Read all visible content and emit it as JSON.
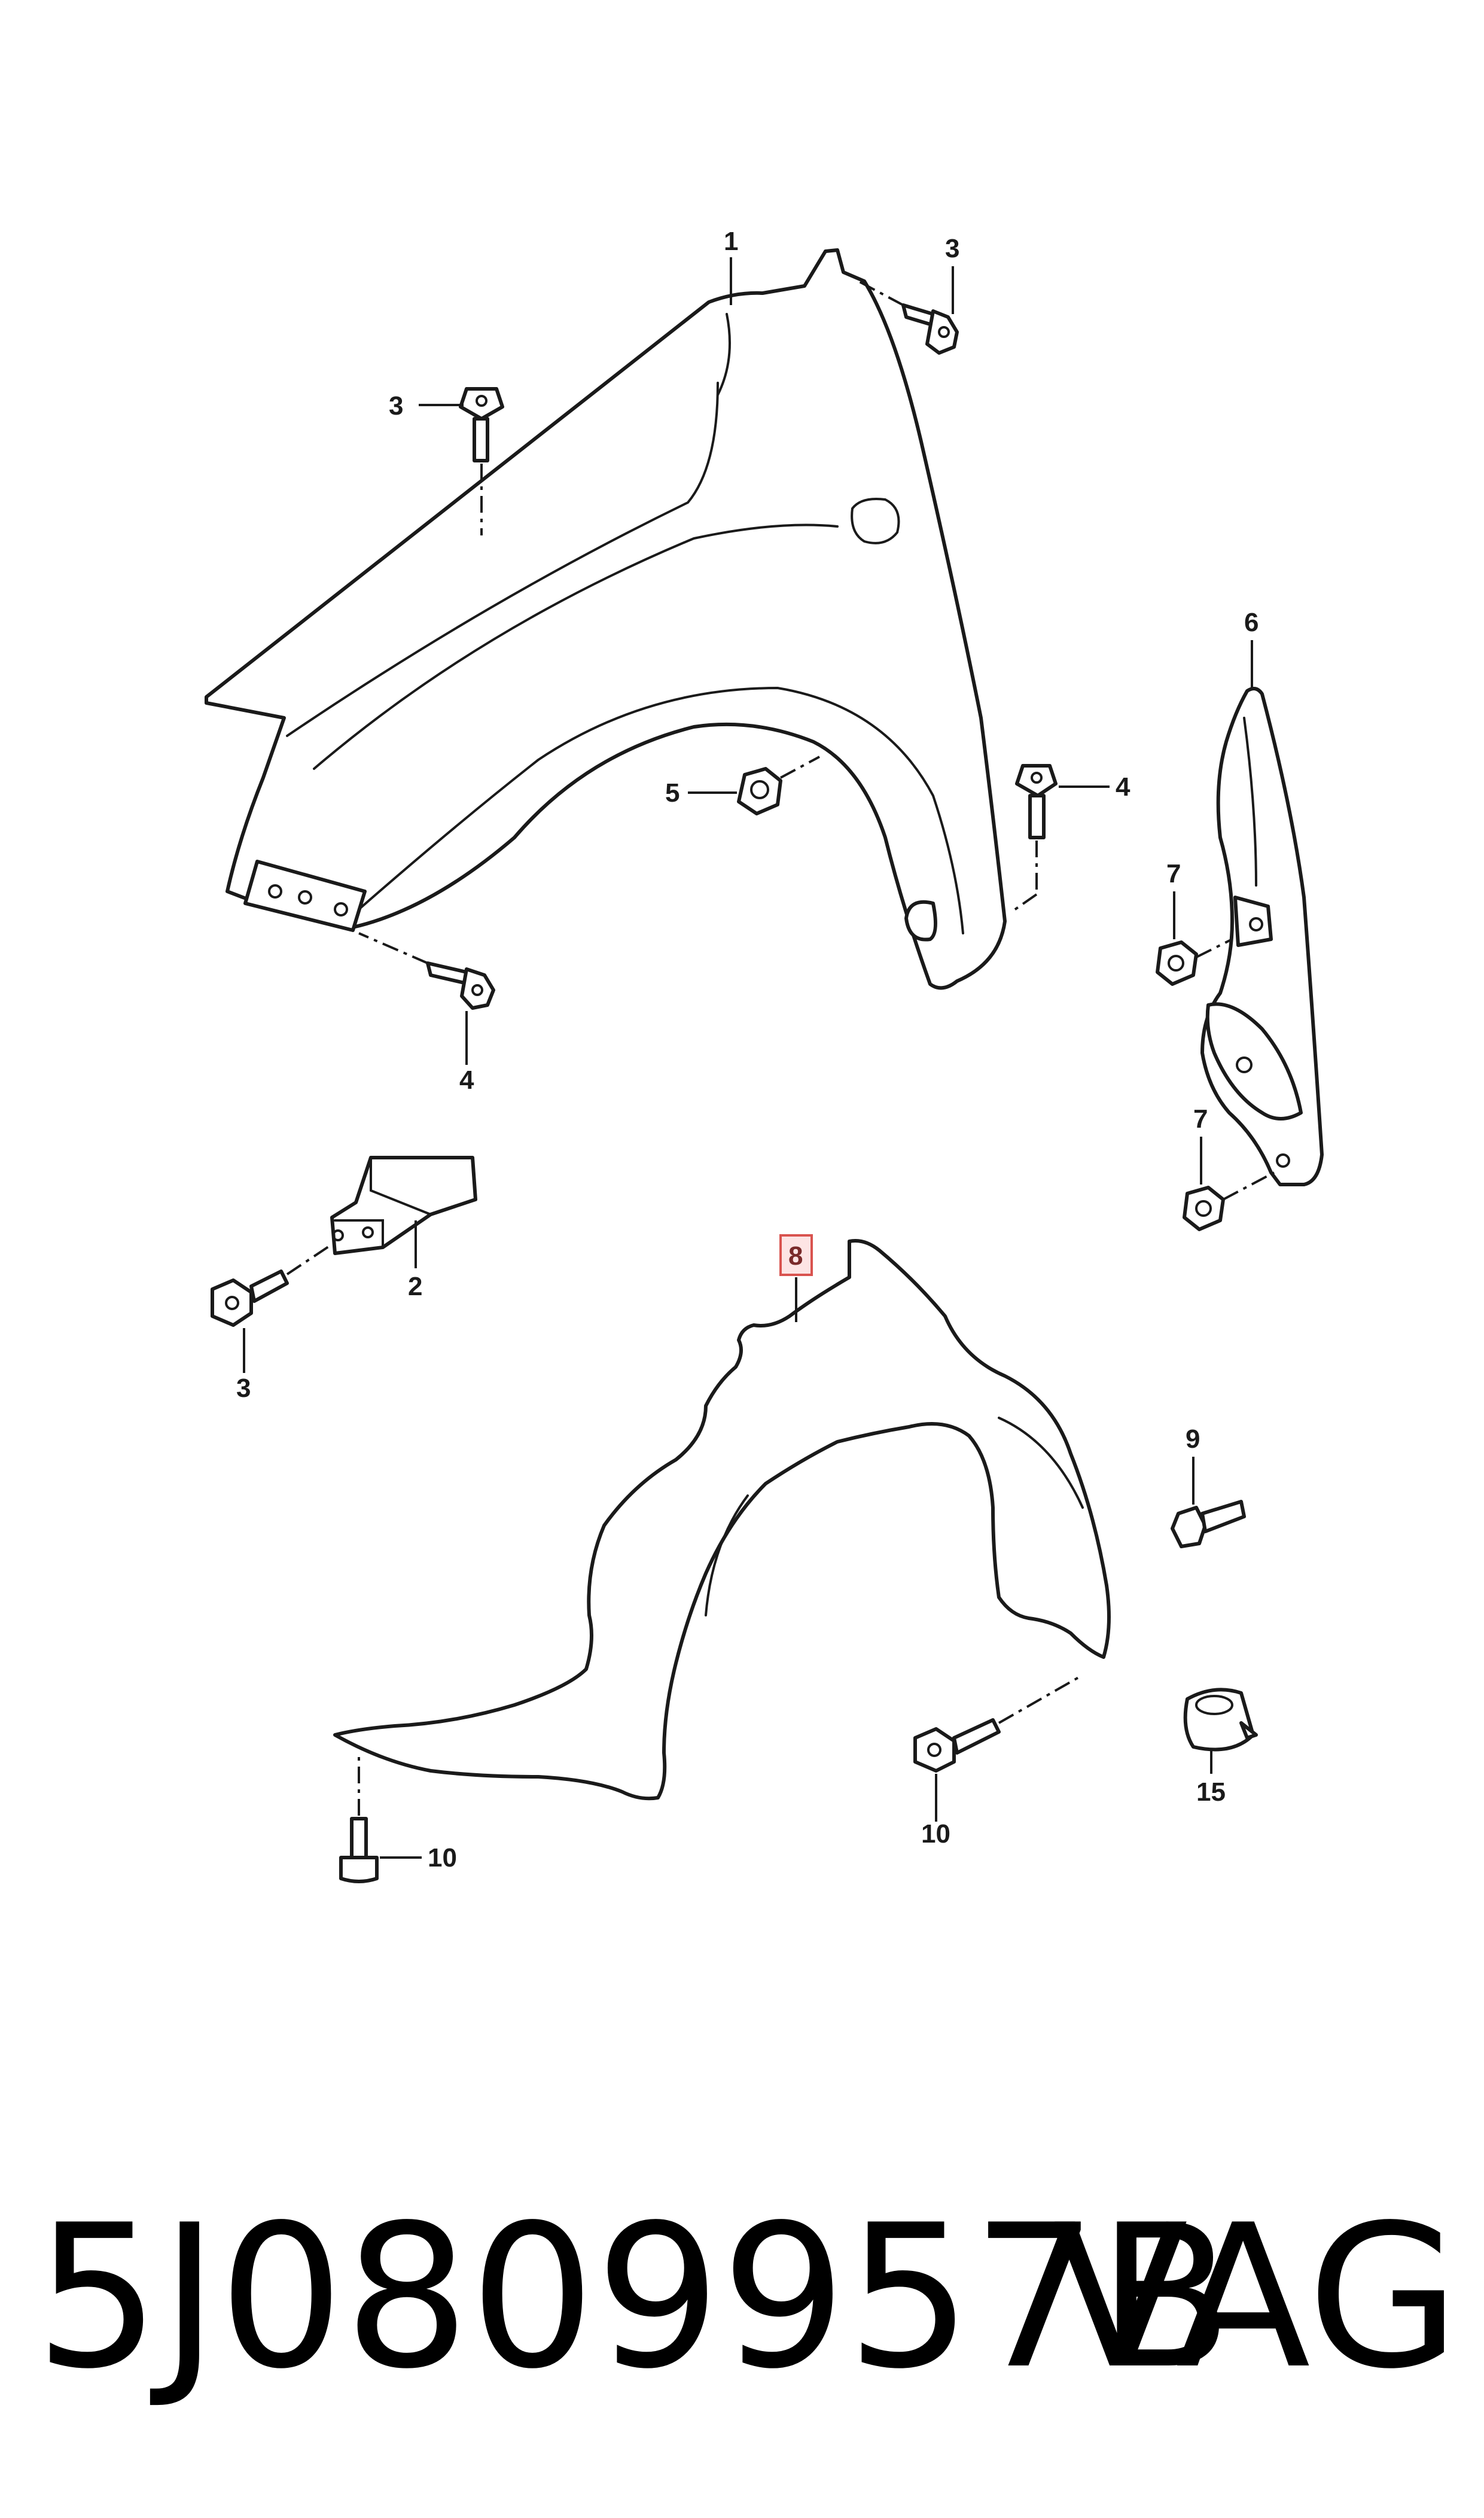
{
  "diagram": {
    "callouts": {
      "c1": "1",
      "c2": "2",
      "c3a": "3",
      "c3b": "3",
      "c3c": "3",
      "c4a": "4",
      "c4b": "4",
      "c5": "5",
      "c6": "6",
      "c7a": "7",
      "c7b": "7",
      "c8": "8",
      "c9": "9",
      "c10a": "10",
      "c10b": "10",
      "c15": "15"
    },
    "highlighted_callout": "8",
    "highlight_color": "#d9534f"
  },
  "footer": {
    "part_number": "5J0809957B",
    "brand": "VAG"
  }
}
